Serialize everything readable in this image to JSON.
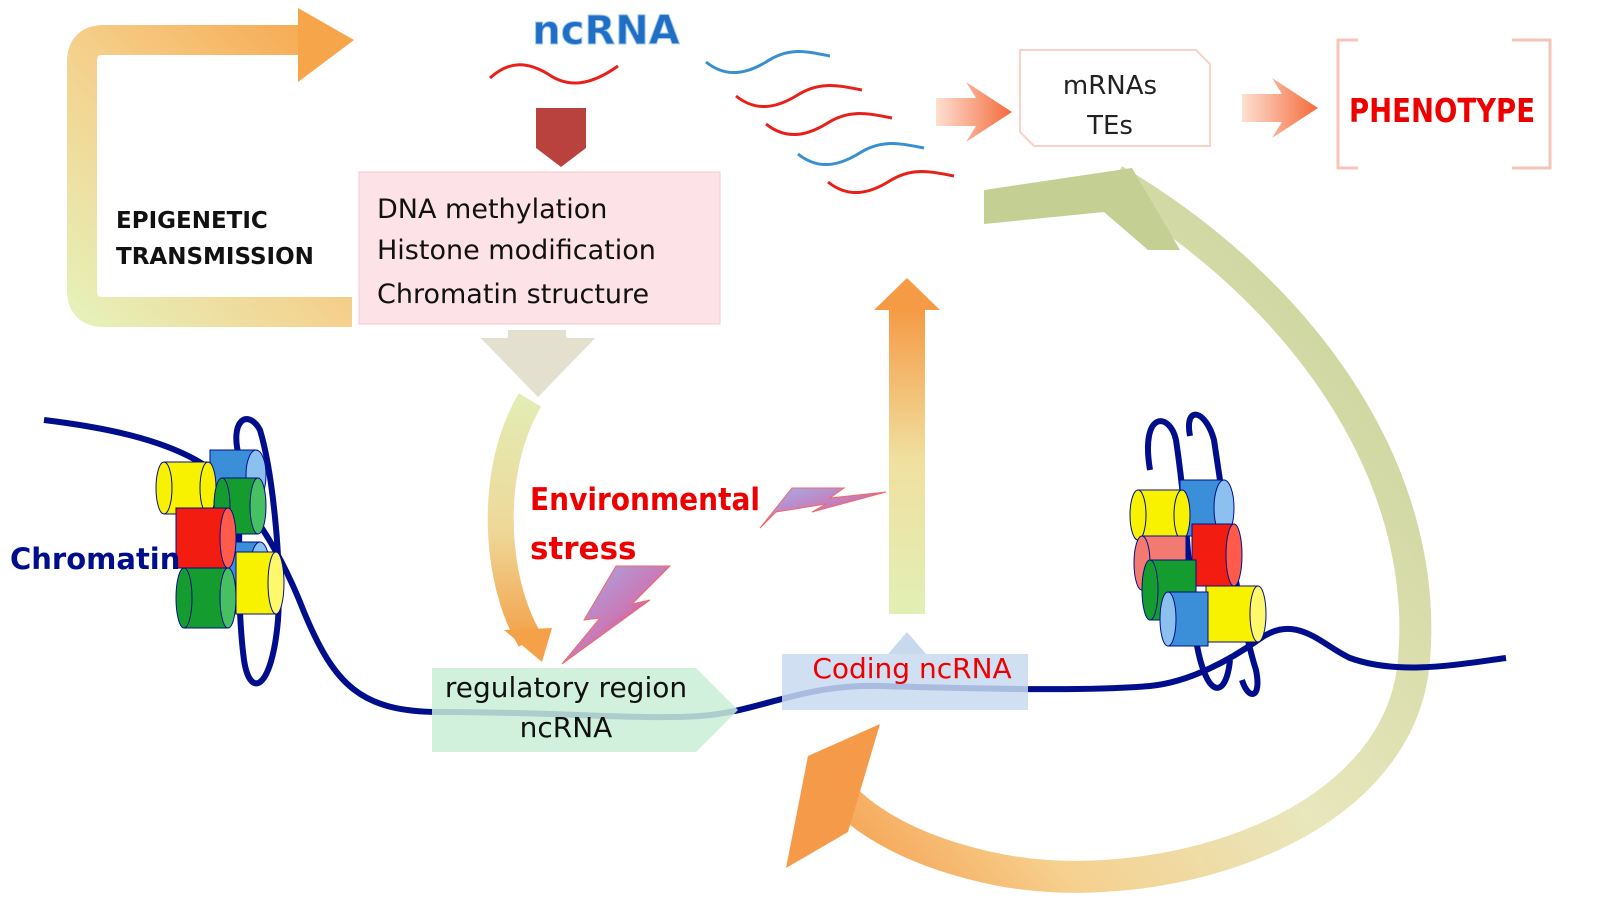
{
  "title": "ncRNA",
  "epigenetic_label": [
    "EPIGENETIC",
    "TRANSMISSION"
  ],
  "mechanisms": [
    "DNA methylation",
    "Histone modification",
    "Chromatin structure"
  ],
  "outputs": [
    "mRNAs",
    "TEs"
  ],
  "phenotype": "PHENOTYPE",
  "environmental_stress": [
    "Environmental",
    "stress"
  ],
  "chromatin_label": "Chromatin",
  "regulatory_region": [
    "regulatory region",
    "ncRNA"
  ],
  "coding_label": "Coding ncRNA",
  "colors": {
    "title": "#1f6fc5",
    "chromatin": "#000e8c",
    "red_text": "#ee0000",
    "rna_red": "#e8201a",
    "rna_blue": "#3a8fd0",
    "mech_box": "#fde3e8",
    "reg_box": "#c9eed6",
    "coding_box": "#c8d9ee"
  }
}
